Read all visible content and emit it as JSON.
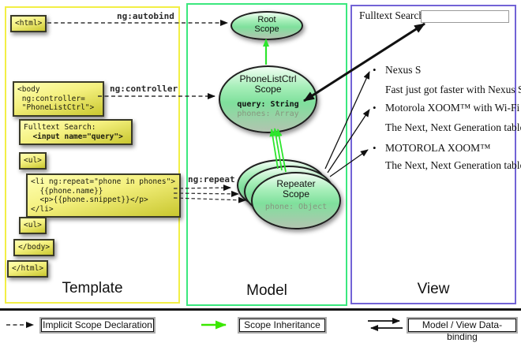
{
  "template": {
    "column_label": "Template",
    "html_open": "<html>",
    "ng_autobind": "ng:autobind",
    "body_open": [
      "<body",
      " ng:controller=",
      " \"PhoneListCtrl\">"
    ],
    "ng_controller": "ng:controller",
    "fulltext_box": {
      "line1": "Fulltext Search:",
      "line2": "  <input name=\"query\">"
    },
    "ul_open": "<ul>",
    "li_box": [
      "<li ng:repeat=\"phone in phones\">",
      "  {{phone.name}}",
      "  <p>{{phone.snippet}}</p>",
      "</li>"
    ],
    "ng_repeat": "ng:repeat",
    "ul_close": "<ul>",
    "body_close": "</body>",
    "html_close": "</html>"
  },
  "model": {
    "column_label": "Model",
    "root_scope": {
      "line1": "Root",
      "line2": "Scope"
    },
    "phonelist_scope": {
      "line1": "PhoneListCtrl",
      "line2": "Scope",
      "prop1": "query: String",
      "prop2": "phones: Array"
    },
    "repeater_scope": {
      "line1": "Repeater",
      "line2": "Scope",
      "prop1": "phone: Object"
    }
  },
  "view": {
    "column_label": "View",
    "search_label": "Fulltext Search:",
    "search_value": "",
    "items": [
      {
        "title": "Nexus S",
        "desc": "Fast just got faster with Nexus S."
      },
      {
        "title": "Motorola XOOM™  with Wi-Fi",
        "desc": "The Next, Next Generation tablet."
      },
      {
        "title": "MOTOROLA XOOM™",
        "desc": "The Next, Next Generation tablet."
      }
    ]
  },
  "legend": {
    "implicit": "Implicit Scope Declaration",
    "inheritance": "Scope Inheritance",
    "databinding": "Model / View Data-binding"
  },
  "colors": {
    "template_border": "#f2ef45",
    "model_border": "#3be87e",
    "view_border": "#7263d6",
    "scope_inheritance_green": "#2de52d",
    "legend_green": "#3ae800",
    "box_yellow": "#efe855",
    "arrow_black": "#111111"
  }
}
